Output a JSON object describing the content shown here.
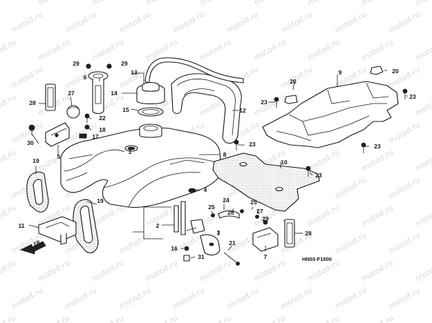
{
  "watermark": "motod.ru",
  "diagram_code": "HN03-F1800",
  "direction_label": "FR.",
  "callouts": [
    {
      "id": "c1",
      "text": "1"
    },
    {
      "id": "c2",
      "text": "2"
    },
    {
      "id": "c3",
      "text": "3"
    },
    {
      "id": "c4",
      "text": "4"
    },
    {
      "id": "c5",
      "text": "5"
    },
    {
      "id": "c6",
      "text": "6"
    },
    {
      "id": "c7",
      "text": "7"
    },
    {
      "id": "c8",
      "text": "8"
    },
    {
      "id": "c9",
      "text": "9"
    },
    {
      "id": "c10",
      "text": "10"
    },
    {
      "id": "c11",
      "text": "11"
    },
    {
      "id": "c12",
      "text": "12"
    },
    {
      "id": "c13",
      "text": "13"
    },
    {
      "id": "c14",
      "text": "14"
    },
    {
      "id": "c15",
      "text": "15"
    },
    {
      "id": "c16",
      "text": "16"
    },
    {
      "id": "c17",
      "text": "17"
    },
    {
      "id": "c18",
      "text": "18"
    },
    {
      "id": "c19a",
      "text": "19"
    },
    {
      "id": "c19b",
      "text": "19"
    },
    {
      "id": "c20a",
      "text": "20"
    },
    {
      "id": "c20b",
      "text": "20"
    },
    {
      "id": "c21",
      "text": "21"
    },
    {
      "id": "c22",
      "text": "22"
    },
    {
      "id": "c23a",
      "text": "23"
    },
    {
      "id": "c23b",
      "text": "23"
    },
    {
      "id": "c23c",
      "text": "23"
    },
    {
      "id": "c23d",
      "text": "23"
    },
    {
      "id": "c23e",
      "text": "23"
    },
    {
      "id": "c24",
      "text": "24"
    },
    {
      "id": "c25a",
      "text": "25"
    },
    {
      "id": "c25b",
      "text": "25"
    },
    {
      "id": "c26",
      "text": "26"
    },
    {
      "id": "c27a",
      "text": "27"
    },
    {
      "id": "c27b",
      "text": "27"
    },
    {
      "id": "c28a",
      "text": "28"
    },
    {
      "id": "c28b",
      "text": "28"
    },
    {
      "id": "c29a",
      "text": "29"
    },
    {
      "id": "c29b",
      "text": "29"
    },
    {
      "id": "c29c",
      "text": "29"
    },
    {
      "id": "c30",
      "text": "30"
    },
    {
      "id": "c31",
      "text": "31"
    }
  ]
}
